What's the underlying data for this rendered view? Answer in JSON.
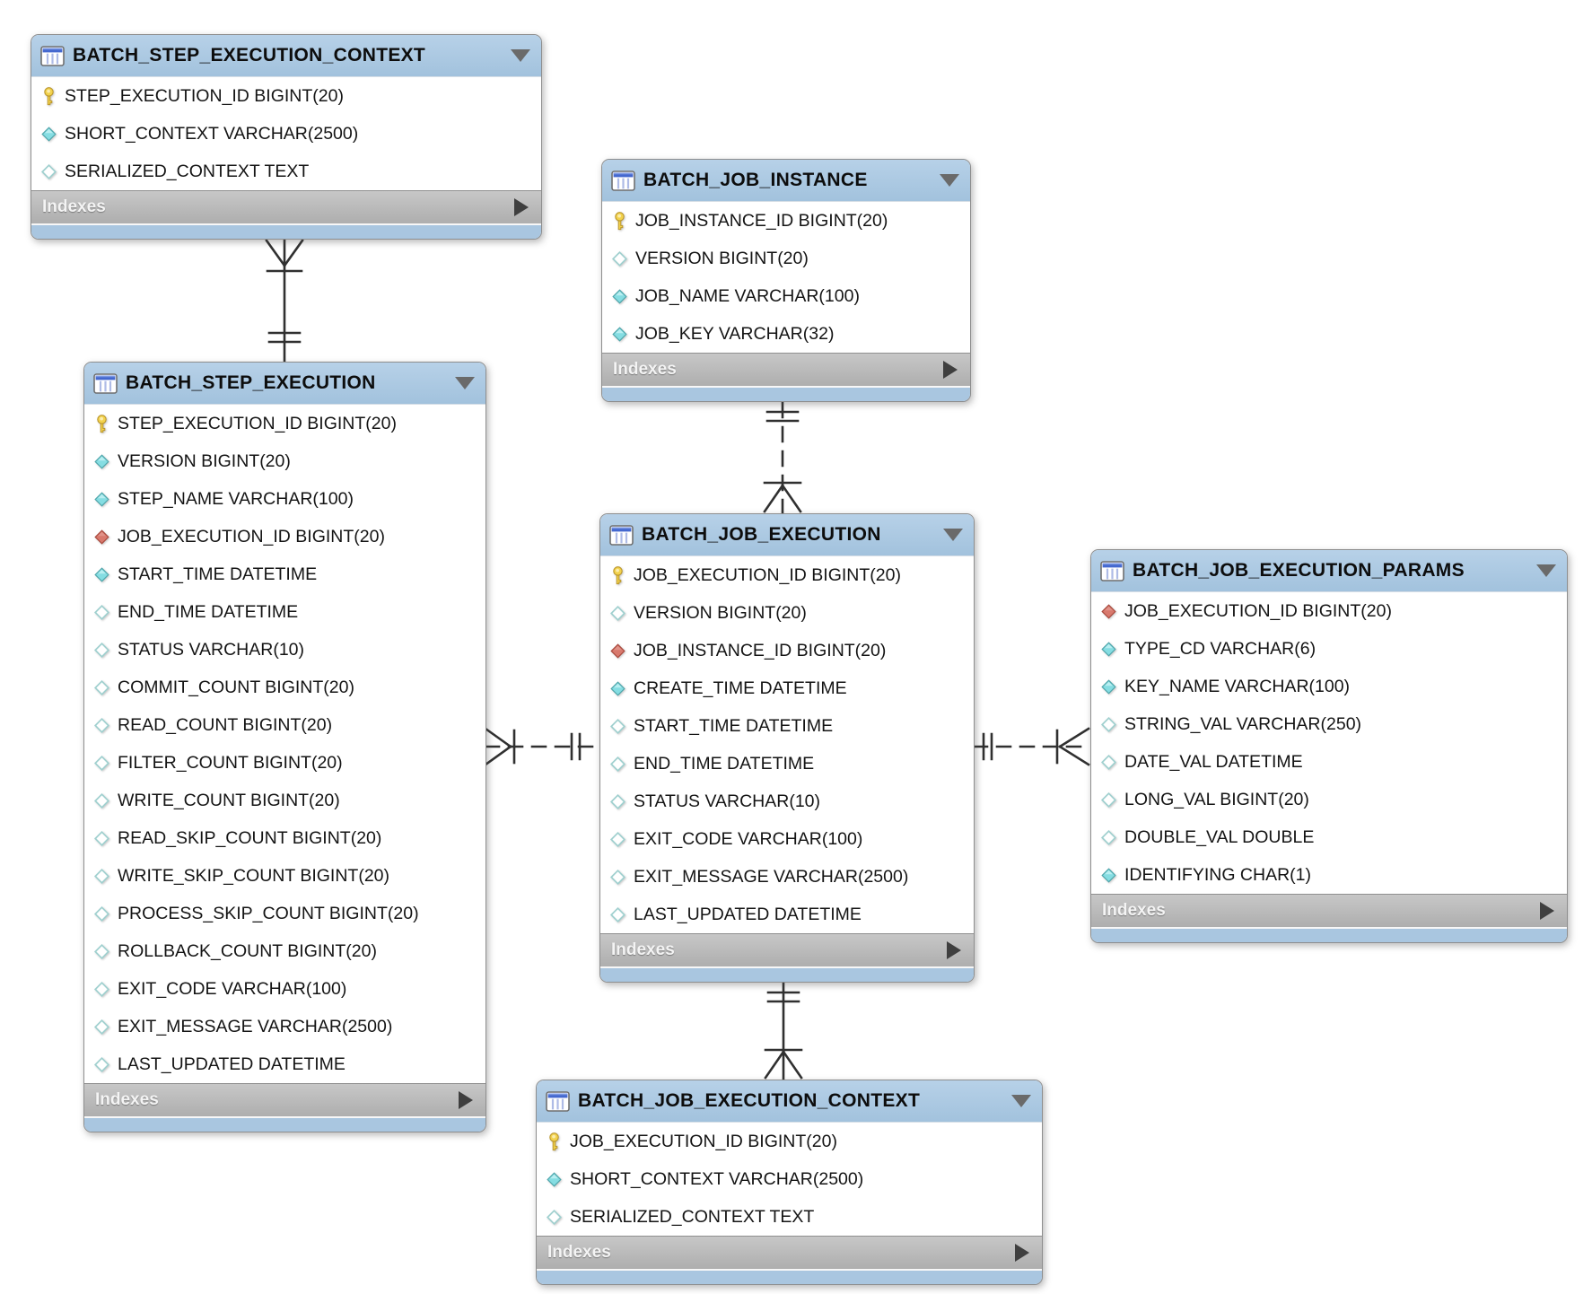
{
  "diagram": {
    "kind": "EER diagram",
    "colors": {
      "header_blue": "#a9c6e0",
      "indexes_gray": "#bcbcbc",
      "body_white": "#ffffff",
      "primary_key_gold": "#f2d24d",
      "not_null_cyan": "#85dde2",
      "nullable_border_teal": "#9fd0cf",
      "foreign_key_red": "#d8796d",
      "relationship_line": "#303030"
    }
  },
  "tables": [
    {
      "id": "batch-step-execution-context",
      "title": "BATCH_STEP_EXECUTION_CONTEXT",
      "indexes_label": "Indexes",
      "columns": [
        {
          "icon": "primary-key-icon",
          "label": "STEP_EXECUTION_ID BIGINT(20)"
        },
        {
          "icon": "column-notnull-icon",
          "label": "SHORT_CONTEXT VARCHAR(2500)"
        },
        {
          "icon": "column-nullable-icon",
          "label": "SERIALIZED_CONTEXT TEXT"
        }
      ]
    },
    {
      "id": "batch-job-instance",
      "title": "BATCH_JOB_INSTANCE",
      "indexes_label": "Indexes",
      "columns": [
        {
          "icon": "primary-key-icon",
          "label": "JOB_INSTANCE_ID BIGINT(20)"
        },
        {
          "icon": "column-nullable-icon",
          "label": "VERSION BIGINT(20)"
        },
        {
          "icon": "column-notnull-icon",
          "label": "JOB_NAME VARCHAR(100)"
        },
        {
          "icon": "column-notnull-icon",
          "label": "JOB_KEY VARCHAR(32)"
        }
      ]
    },
    {
      "id": "batch-step-execution",
      "title": "BATCH_STEP_EXECUTION",
      "indexes_label": "Indexes",
      "columns": [
        {
          "icon": "primary-key-icon",
          "label": "STEP_EXECUTION_ID BIGINT(20)"
        },
        {
          "icon": "column-notnull-icon",
          "label": "VERSION BIGINT(20)"
        },
        {
          "icon": "column-notnull-icon",
          "label": "STEP_NAME VARCHAR(100)"
        },
        {
          "icon": "foreign-key-icon",
          "label": "JOB_EXECUTION_ID BIGINT(20)"
        },
        {
          "icon": "column-notnull-icon",
          "label": "START_TIME DATETIME"
        },
        {
          "icon": "column-nullable-icon",
          "label": "END_TIME DATETIME"
        },
        {
          "icon": "column-nullable-icon",
          "label": "STATUS VARCHAR(10)"
        },
        {
          "icon": "column-nullable-icon",
          "label": "COMMIT_COUNT BIGINT(20)"
        },
        {
          "icon": "column-nullable-icon",
          "label": "READ_COUNT BIGINT(20)"
        },
        {
          "icon": "column-nullable-icon",
          "label": "FILTER_COUNT BIGINT(20)"
        },
        {
          "icon": "column-nullable-icon",
          "label": "WRITE_COUNT BIGINT(20)"
        },
        {
          "icon": "column-nullable-icon",
          "label": "READ_SKIP_COUNT BIGINT(20)"
        },
        {
          "icon": "column-nullable-icon",
          "label": "WRITE_SKIP_COUNT BIGINT(20)"
        },
        {
          "icon": "column-nullable-icon",
          "label": "PROCESS_SKIP_COUNT BIGINT(20)"
        },
        {
          "icon": "column-nullable-icon",
          "label": "ROLLBACK_COUNT BIGINT(20)"
        },
        {
          "icon": "column-nullable-icon",
          "label": "EXIT_CODE VARCHAR(100)"
        },
        {
          "icon": "column-nullable-icon",
          "label": "EXIT_MESSAGE VARCHAR(2500)"
        },
        {
          "icon": "column-nullable-icon",
          "label": "LAST_UPDATED DATETIME"
        }
      ]
    },
    {
      "id": "batch-job-execution",
      "title": "BATCH_JOB_EXECUTION",
      "indexes_label": "Indexes",
      "columns": [
        {
          "icon": "primary-key-icon",
          "label": "JOB_EXECUTION_ID BIGINT(20)"
        },
        {
          "icon": "column-nullable-icon",
          "label": "VERSION BIGINT(20)"
        },
        {
          "icon": "foreign-key-icon",
          "label": "JOB_INSTANCE_ID BIGINT(20)"
        },
        {
          "icon": "column-notnull-icon",
          "label": "CREATE_TIME DATETIME"
        },
        {
          "icon": "column-nullable-icon",
          "label": "START_TIME DATETIME"
        },
        {
          "icon": "column-nullable-icon",
          "label": "END_TIME DATETIME"
        },
        {
          "icon": "column-nullable-icon",
          "label": "STATUS VARCHAR(10)"
        },
        {
          "icon": "column-nullable-icon",
          "label": "EXIT_CODE VARCHAR(100)"
        },
        {
          "icon": "column-nullable-icon",
          "label": "EXIT_MESSAGE VARCHAR(2500)"
        },
        {
          "icon": "column-nullable-icon",
          "label": "LAST_UPDATED DATETIME"
        }
      ]
    },
    {
      "id": "batch-job-execution-params",
      "title": "BATCH_JOB_EXECUTION_PARAMS",
      "indexes_label": "Indexes",
      "columns": [
        {
          "icon": "foreign-key-icon",
          "label": "JOB_EXECUTION_ID BIGINT(20)"
        },
        {
          "icon": "column-notnull-icon",
          "label": "TYPE_CD VARCHAR(6)"
        },
        {
          "icon": "column-notnull-icon",
          "label": "KEY_NAME VARCHAR(100)"
        },
        {
          "icon": "column-nullable-icon",
          "label": "STRING_VAL VARCHAR(250)"
        },
        {
          "icon": "column-nullable-icon",
          "label": "DATE_VAL DATETIME"
        },
        {
          "icon": "column-nullable-icon",
          "label": "LONG_VAL BIGINT(20)"
        },
        {
          "icon": "column-nullable-icon",
          "label": "DOUBLE_VAL DOUBLE"
        },
        {
          "icon": "column-notnull-icon",
          "label": "IDENTIFYING CHAR(1)"
        }
      ]
    },
    {
      "id": "batch-job-execution-context",
      "title": "BATCH_JOB_EXECUTION_CONTEXT",
      "indexes_label": "Indexes",
      "columns": [
        {
          "icon": "primary-key-icon",
          "label": "JOB_EXECUTION_ID BIGINT(20)"
        },
        {
          "icon": "column-notnull-icon",
          "label": "SHORT_CONTEXT VARCHAR(2500)"
        },
        {
          "icon": "column-nullable-icon",
          "label": "SERIALIZED_CONTEXT TEXT"
        }
      ]
    }
  ],
  "relationships": [
    {
      "from": "BATCH_STEP_EXECUTION_CONTEXT",
      "to": "BATCH_STEP_EXECUTION",
      "line": "solid",
      "from_cardinality": "many",
      "to_cardinality": "exactly-one"
    },
    {
      "from": "BATCH_JOB_EXECUTION",
      "to": "BATCH_JOB_INSTANCE",
      "line": "dashed",
      "from_cardinality": "many",
      "to_cardinality": "exactly-one"
    },
    {
      "from": "BATCH_STEP_EXECUTION",
      "to": "BATCH_JOB_EXECUTION",
      "line": "dashed",
      "from_cardinality": "many",
      "to_cardinality": "exactly-one"
    },
    {
      "from": "BATCH_JOB_EXECUTION_PARAMS",
      "to": "BATCH_JOB_EXECUTION",
      "line": "dashed",
      "from_cardinality": "many",
      "to_cardinality": "exactly-one"
    },
    {
      "from": "BATCH_JOB_EXECUTION_CONTEXT",
      "to": "BATCH_JOB_EXECUTION",
      "line": "solid",
      "from_cardinality": "many",
      "to_cardinality": "exactly-one"
    }
  ]
}
